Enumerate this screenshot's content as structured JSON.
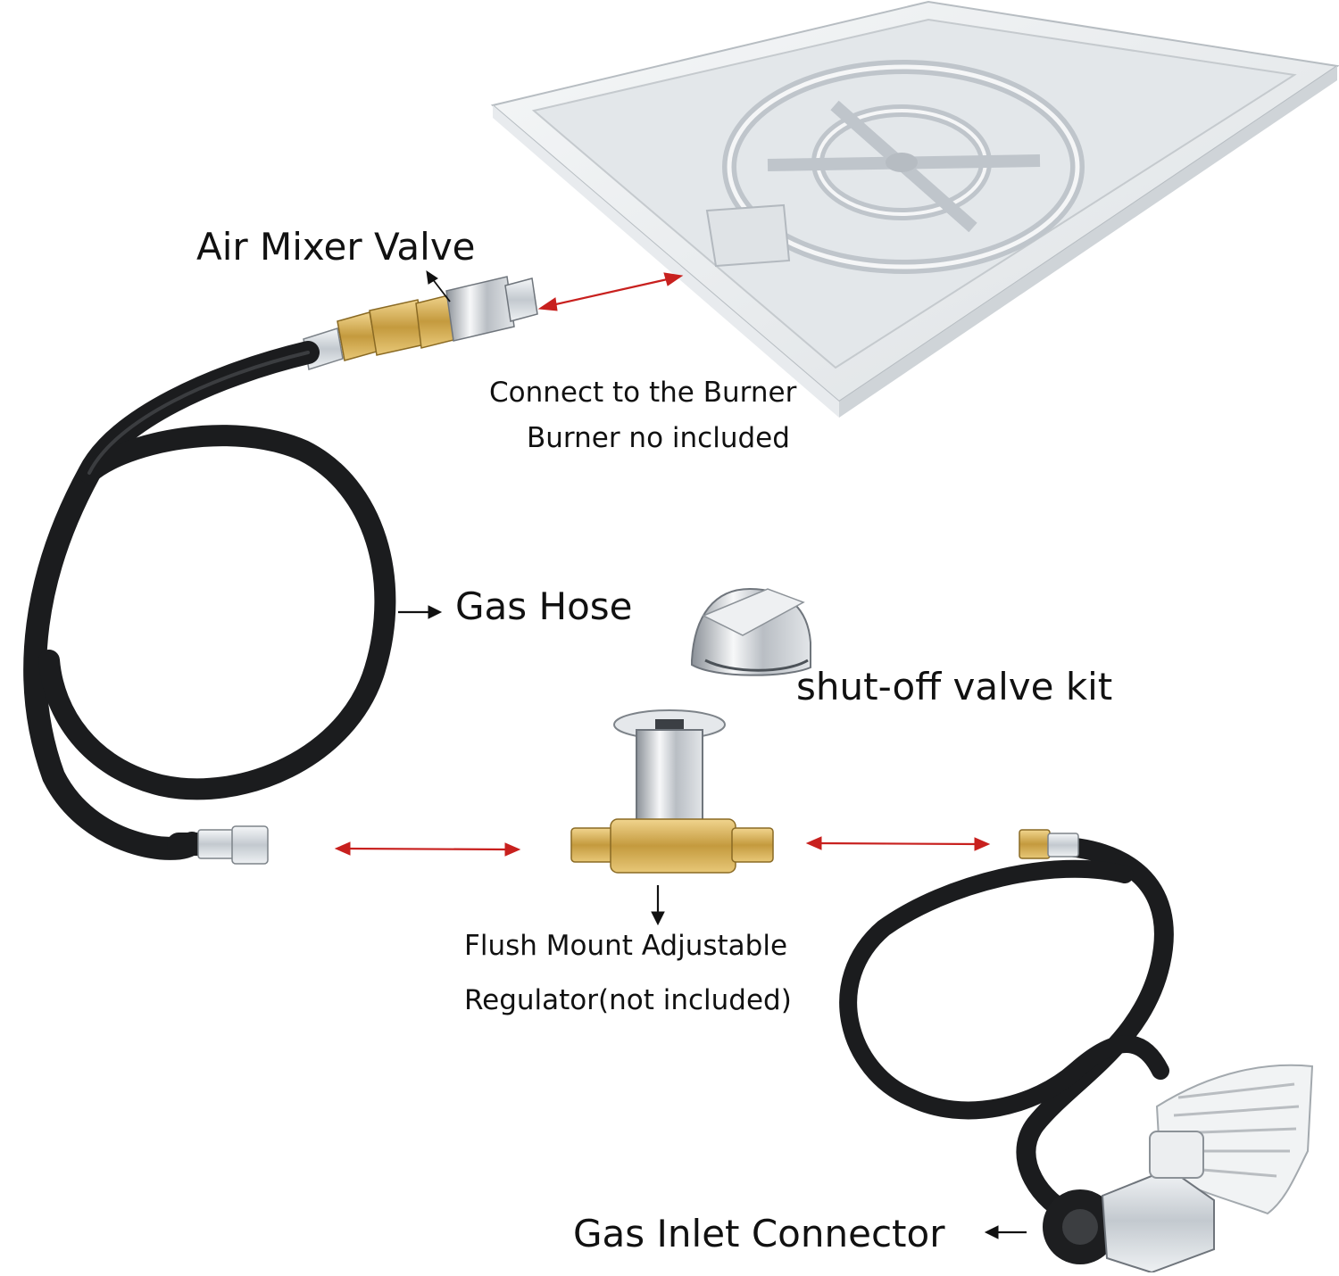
{
  "diagram": {
    "labels": {
      "air_mixer_valve": "Air Mixer Valve",
      "connect_line1": "Connect to the Burner",
      "connect_line2": "Burner no included",
      "gas_hose": "Gas Hose",
      "shutoff_kit": "shut-off valve kit",
      "flush_line1": "Flush Mount Adjustable",
      "flush_line2": "Regulator(not included)",
      "gas_inlet": "Gas Inlet Connector"
    },
    "colors": {
      "background": "#ffffff",
      "text": "#111111",
      "double_arrow": "#c8201e",
      "leader_arrow": "#111111",
      "pan": "#eceff1",
      "steel": "#c9ced3",
      "hose": "#1b1c1e",
      "brass": "#c9a24a",
      "chrome": "#d7dbe0"
    },
    "icons": [
      "fire-pit-pan-icon",
      "burner-ring-icon",
      "brass-fitting-icon",
      "knob-icon",
      "shutoff-valve-icon",
      "regulator-icon"
    ]
  }
}
